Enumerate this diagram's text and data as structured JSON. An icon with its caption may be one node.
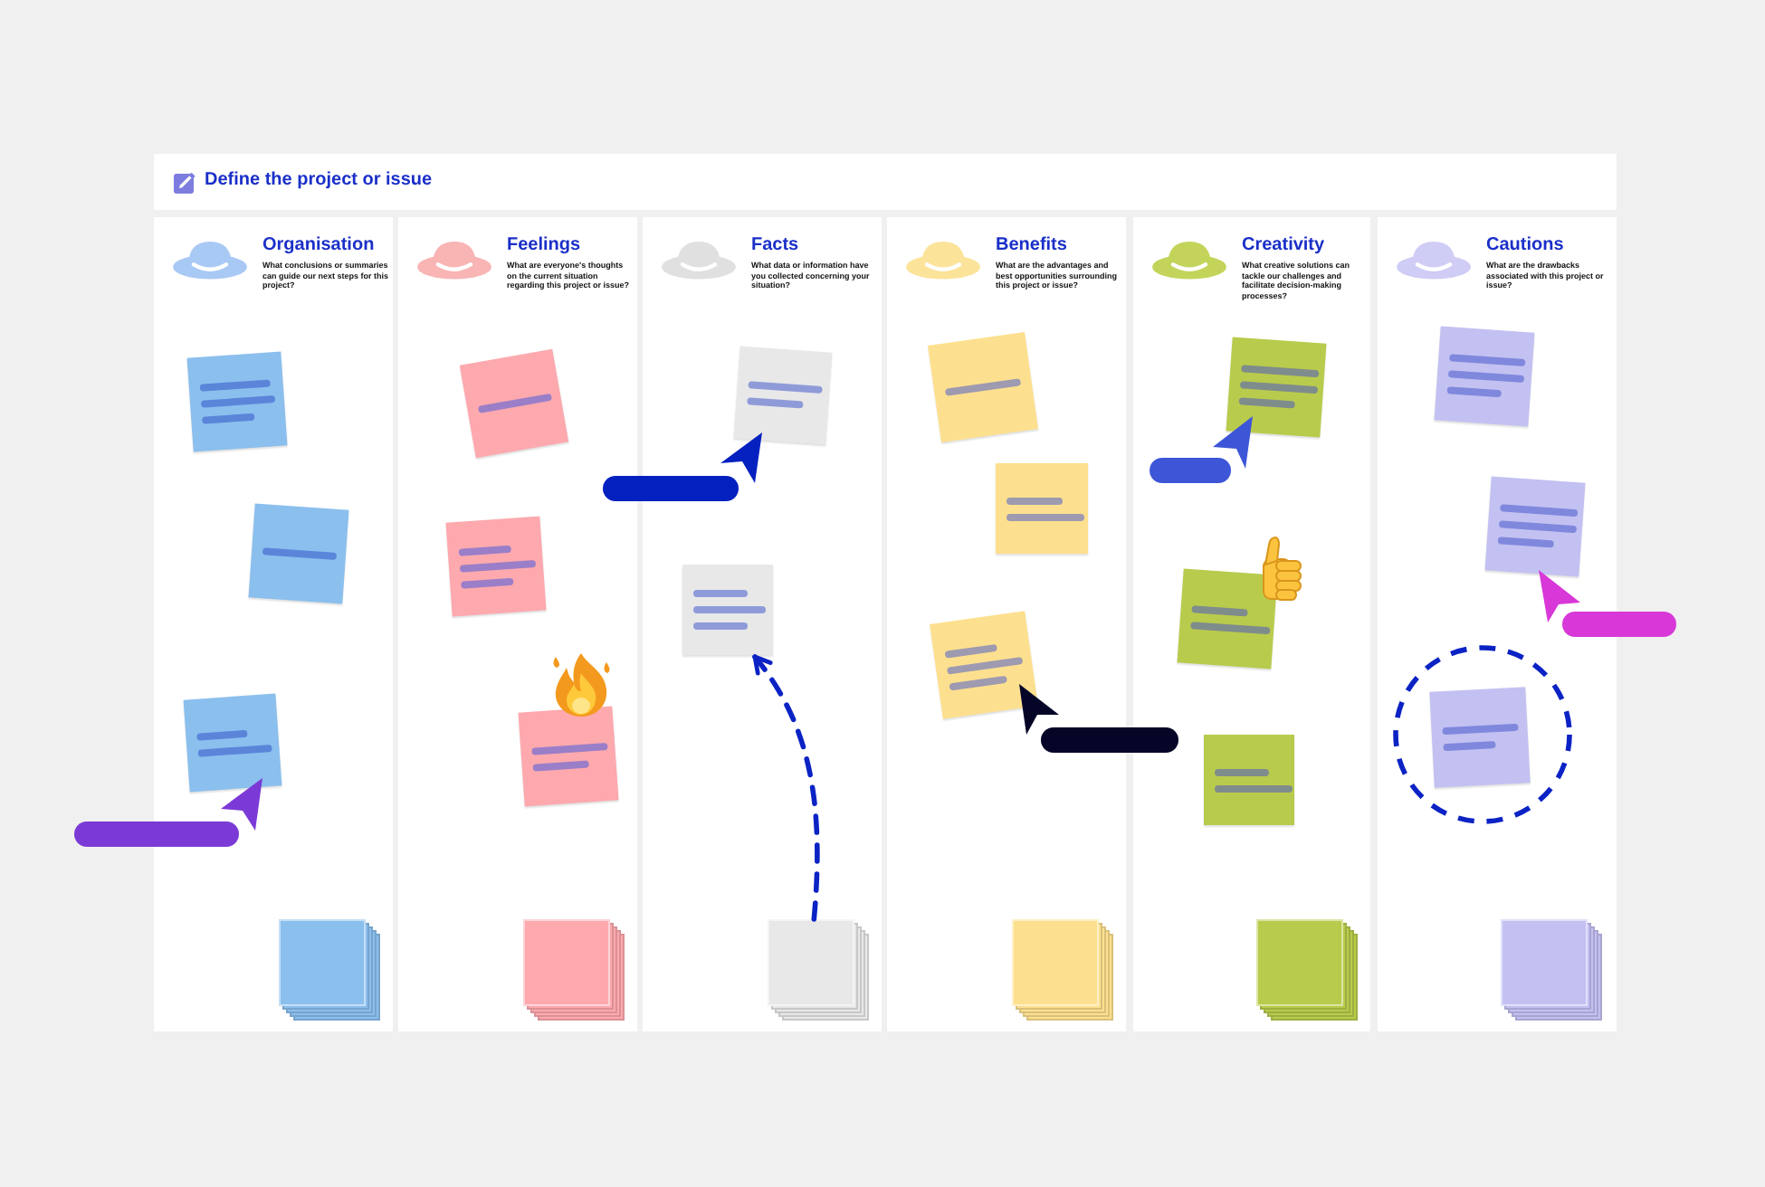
{
  "diagram": {
    "title": "Define the project or issue",
    "nodes": [
      {
        "text": [
          "Organisation",
          "What conclusions or summaries can guide our next steps for this project?"
        ]
      },
      {
        "text": [],
        "shape": "box",
        "in": 0
      },
      {
        "text": [],
        "shape": "box",
        "in": 0
      },
      {
        "text": [],
        "shape": "box",
        "in": 0
      },
      {
        "text": [],
        "shape": "stack",
        "in": 0
      },
      {
        "text": [
          "Feelings",
          "What are everyone's thoughts on the current situation regarding this project or issue?"
        ]
      },
      {
        "text": [],
        "shape": "box",
        "in": 5
      },
      {
        "text": [],
        "shape": "box",
        "in": 5
      },
      {
        "text": [],
        "shape": "box",
        "in": 5
      },
      {
        "text": [],
        "shape": "stack",
        "in": 5
      },
      {
        "text": [
          "Facts",
          "What data or information have you collected concerning your situation?"
        ]
      },
      {
        "text": [],
        "shape": "box",
        "in": 10
      },
      {
        "text": [],
        "shape": "box",
        "in": 10
      },
      {
        "text": [],
        "shape": "stack",
        "in": 10
      },
      {
        "text": [
          "Benefits",
          "What are the advantages and best opportunities surrounding this project or issue?"
        ]
      },
      {
        "text": [],
        "shape": "box",
        "in": 14
      },
      {
        "text": [],
        "shape": "box",
        "in": 14
      },
      {
        "text": [],
        "shape": "box",
        "in": 14
      },
      {
        "text": [],
        "shape": "stack",
        "in": 14
      },
      {
        "text": [
          "Creativity",
          "What creative solutions can tackle our challenges and facilitate decision-making processes?"
        ]
      },
      {
        "text": [],
        "shape": "box",
        "in": 19
      },
      {
        "text": [],
        "shape": "box",
        "in": 19
      },
      {
        "text": [],
        "shape": "box",
        "in": 19
      },
      {
        "text": [],
        "shape": "stack",
        "in": 19
      },
      {
        "text": [
          "Cautions",
          "What are the drawbacks associated with this project or issue?"
        ]
      },
      {
        "text": [],
        "shape": "box",
        "in": 24
      },
      {
        "text": [],
        "shape": "box",
        "in": 24
      },
      {
        "text": [],
        "shape": "box",
        "in": 24
      },
      {
        "text": [],
        "shape": "stack",
        "in": 24
      }
    ],
    "edges": [
      {
        "from": 13,
        "to": 12,
        "arrow": "to",
        "style": "dashed"
      }
    ]
  }
}
